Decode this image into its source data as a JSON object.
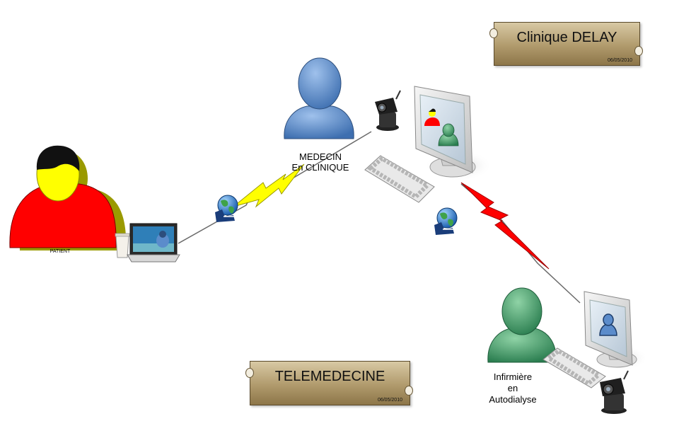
{
  "banners": {
    "clinic": {
      "title": "Clinique DELAY",
      "date": "06/05/2010"
    },
    "main": {
      "title": "TELEMEDECINE",
      "date": "06/05/2010"
    }
  },
  "labels": {
    "patient": "PATIENT",
    "doctor_line1": "MEDECIN",
    "doctor_line2": "En CLINIQUE",
    "nurse_line1": "Infirmière",
    "nurse_line2": "en",
    "nurse_line3": "Autodialyse"
  },
  "colors": {
    "patient_body": "#ff0000",
    "patient_head": "#ffff00",
    "doctor": "#5b8ccb",
    "nurse": "#3e9a66",
    "link_yellow": "#ffff00",
    "link_red": "#ff0000"
  },
  "icons": [
    "patient-icon",
    "doctor-icon",
    "nurse-icon",
    "laptop-icon",
    "cup-icon",
    "globe-icon",
    "webcam-icon",
    "monitor-icon",
    "keyboard-icon"
  ]
}
